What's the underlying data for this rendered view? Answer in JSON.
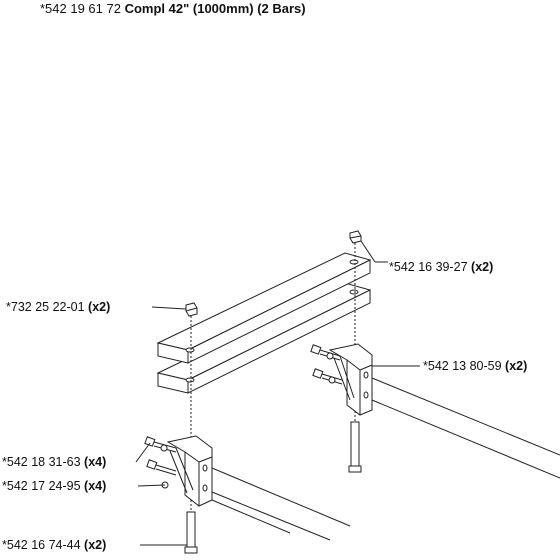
{
  "title": {
    "part_no": "*542 19 61 72",
    "desc": "Compl 42\" (1000mm) (2 Bars)"
  },
  "callouts": [
    {
      "id": "nut-top",
      "part_no": "*542 16 39-27",
      "qty": "(x2)"
    },
    {
      "id": "nut-left",
      "part_no": "*732 25 22-01",
      "qty": "(x2)"
    },
    {
      "id": "bracket",
      "part_no": "*542 13 80-59",
      "qty": "(x2)"
    },
    {
      "id": "bolt-a",
      "part_no": "*542 18 31-63",
      "qty": "(x4)"
    },
    {
      "id": "bolt-b",
      "part_no": "*542 17 24-95",
      "qty": "(x4)"
    },
    {
      "id": "long-bolt",
      "part_no": "*542 16 74-44",
      "qty": "(x2)"
    }
  ]
}
